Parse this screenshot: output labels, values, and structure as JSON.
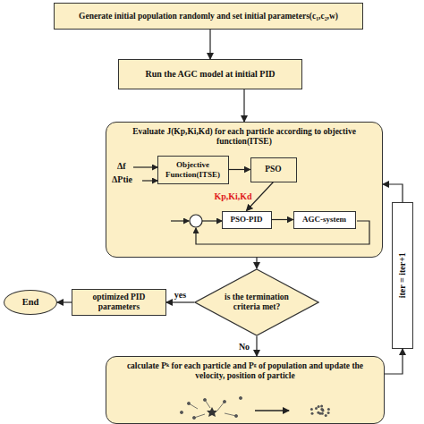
{
  "diagram": {
    "nodes": [
      {
        "text": [
          "Generate initial population randomly and set initial parameters(c₁,c₂,w)"
        ]
      },
      {
        "text": [
          "Run the AGC model at initial PID"
        ]
      },
      {
        "text": [
          "Evaluate J(Kp,Ki,Kd) for each particle according to objective function(ITSE)"
        ]
      },
      {
        "text": [
          "Objective Function(ITSE)"
        ],
        "in": 2
      },
      {
        "text": [
          "PSO"
        ],
        "in": 2
      },
      {
        "text": [
          "PSO-PID"
        ],
        "in": 2
      },
      {
        "text": [
          "AGC-system"
        ],
        "in": 2
      },
      {
        "text": [
          "is the termination criteria met?"
        ]
      },
      {
        "text": [
          "optimized PID parameters"
        ]
      },
      {
        "text": [
          "End"
        ]
      },
      {
        "text": [
          "calculate Pᵏ for each particle and Pᵍ of population and update the velocity, position of particle"
        ]
      },
      {
        "text": [
          "iter = iter+1"
        ]
      }
    ],
    "edges": [
      {
        "from": 0,
        "to": 1,
        "arrow": "to"
      },
      {
        "from": 1,
        "to": 2,
        "arrow": "to"
      },
      {
        "from": 2,
        "to": 7,
        "arrow": "to"
      },
      {
        "from": 7,
        "to": 8,
        "label": "yes",
        "arrow": "to"
      },
      {
        "from": 8,
        "to": 9,
        "arrow": "to"
      },
      {
        "from": 7,
        "to": 10,
        "label": "No",
        "arrow": "to"
      },
      {
        "from": 10,
        "to": 11,
        "arrow": "to"
      },
      {
        "from": 11,
        "to": 2,
        "arrow": "to"
      },
      {
        "from": 3,
        "to": 4,
        "arrow": "to"
      },
      {
        "from": 4,
        "to": 5,
        "label": "Kp,Ki,Kd",
        "arrow": "to"
      },
      {
        "from": 5,
        "to": 6,
        "arrow": "to"
      }
    ],
    "labels": [
      "Δf",
      "ΔPtie"
    ]
  }
}
